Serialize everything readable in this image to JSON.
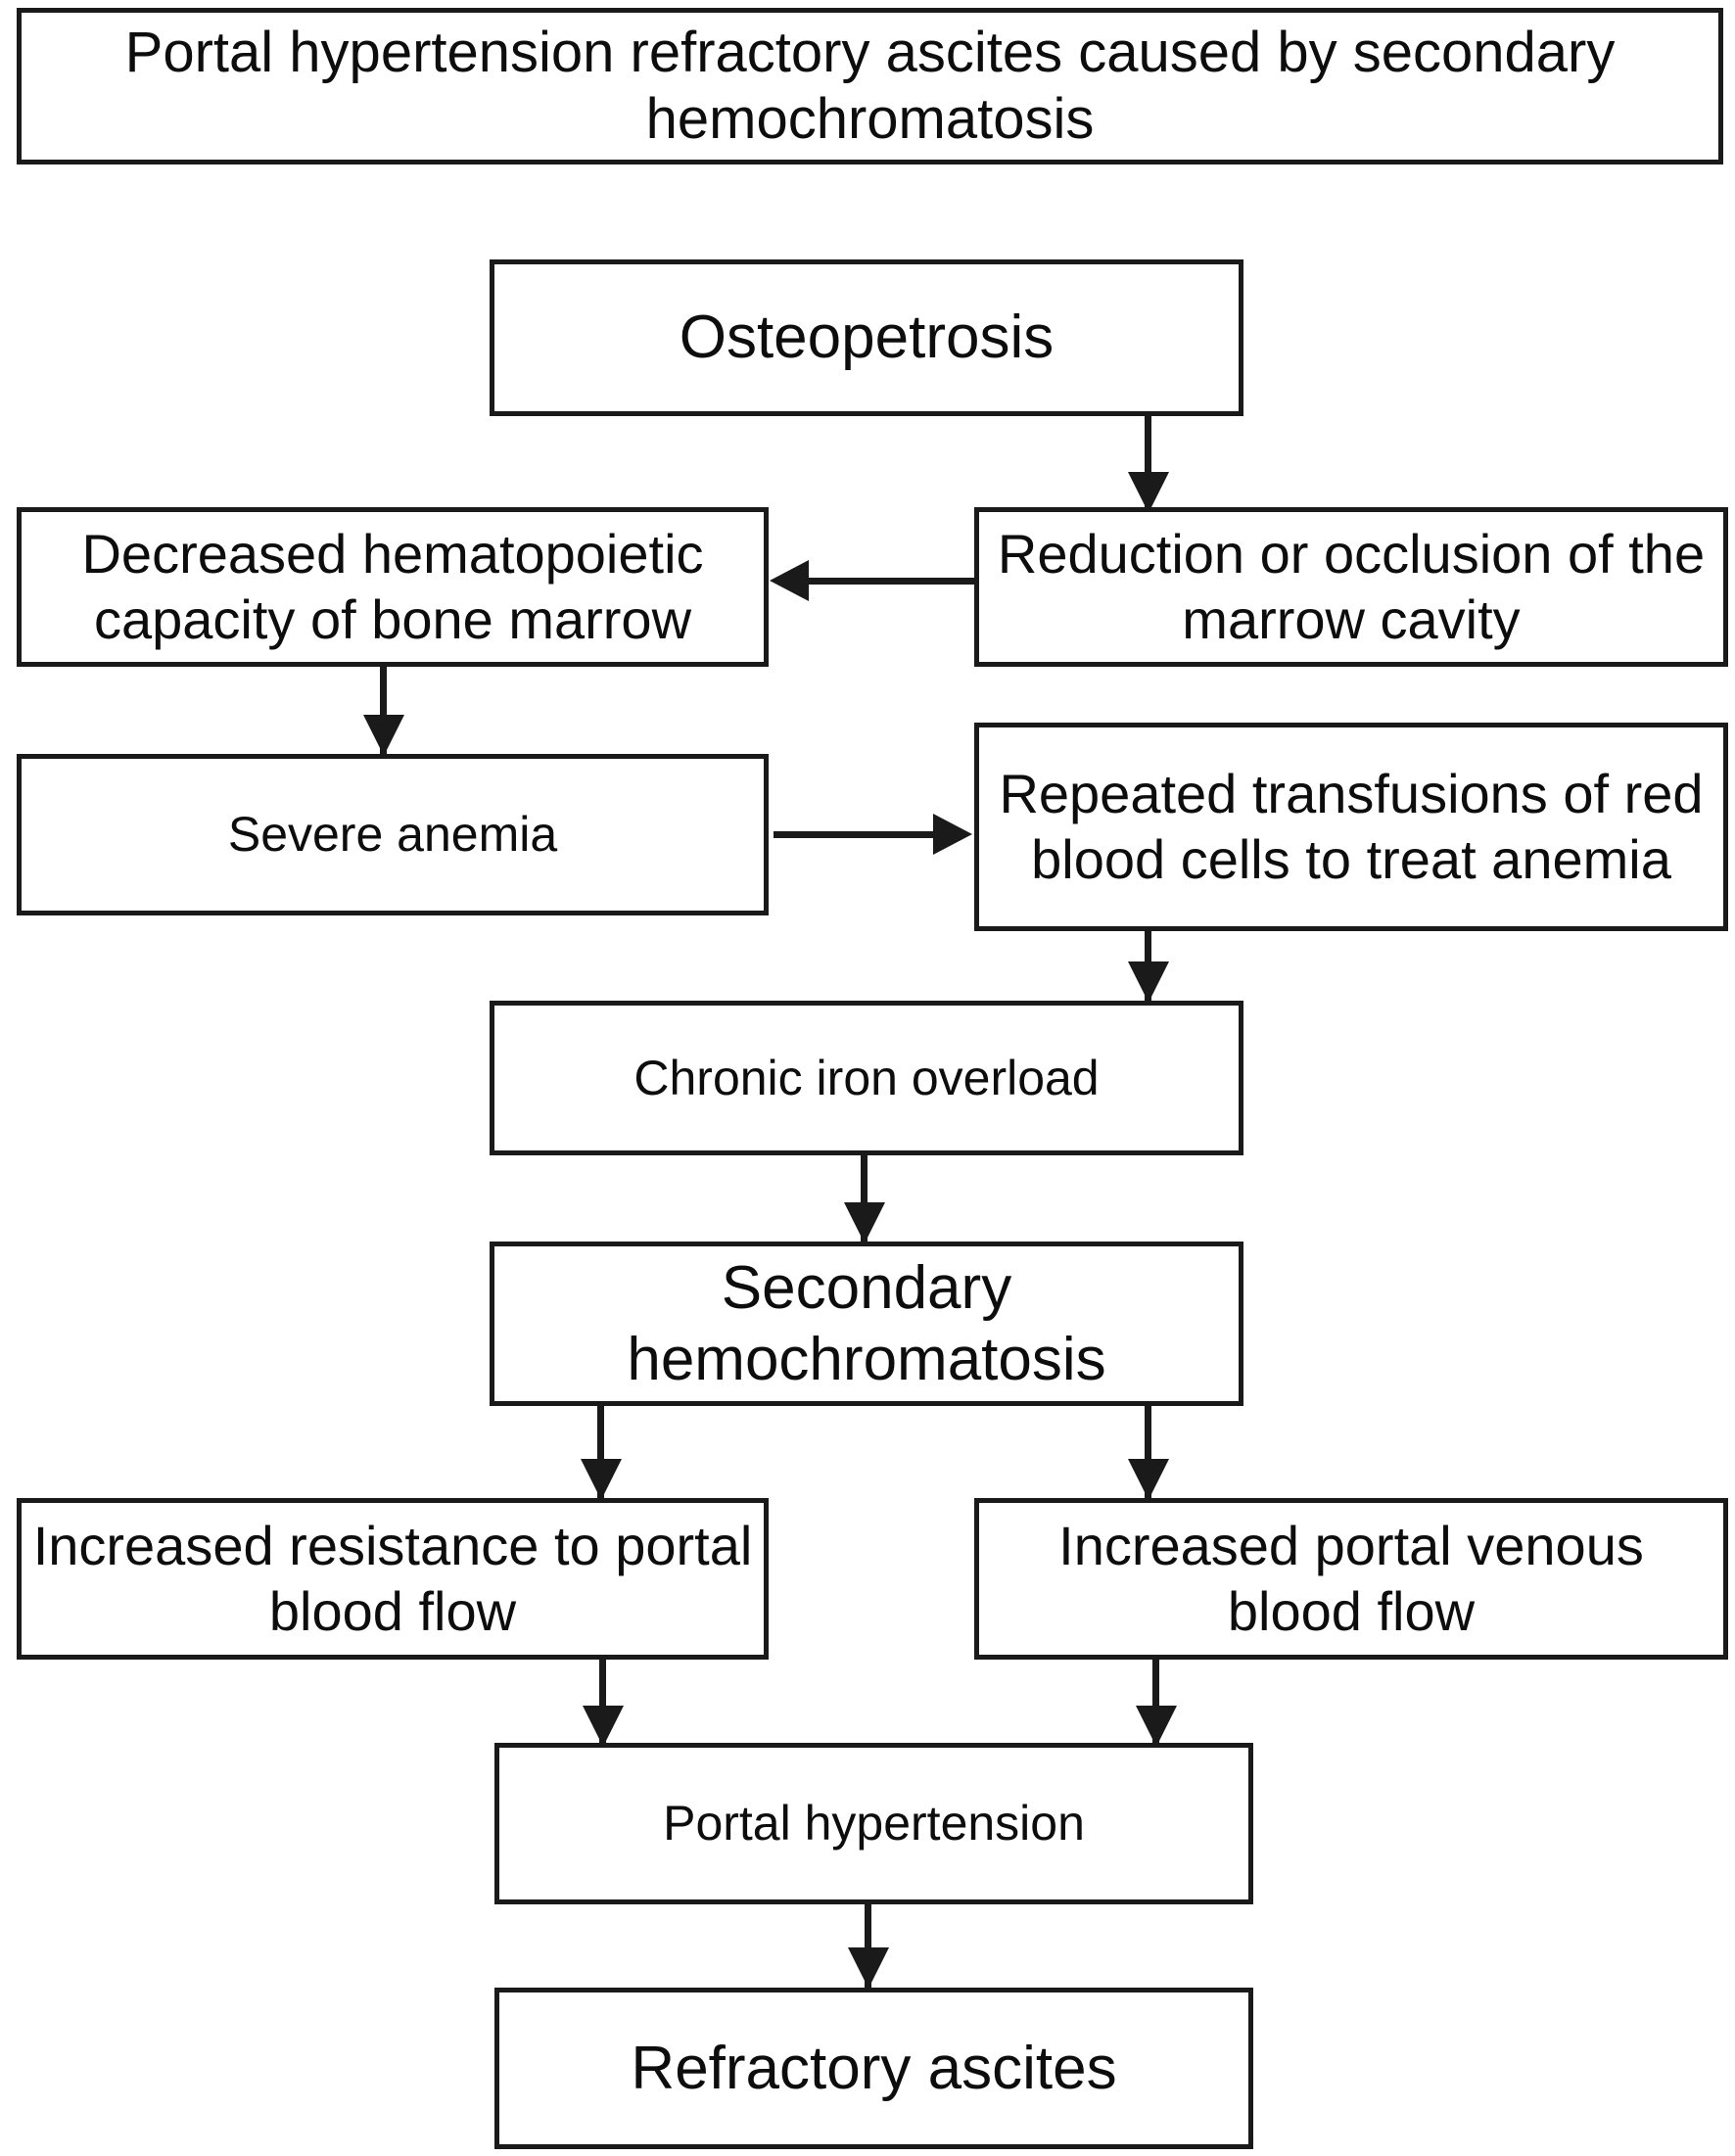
{
  "figure": {
    "type": "flowchart",
    "title": "Portal hypertension refractory ascites caused by secondary hemochromatosis",
    "orientation": "top-to-bottom"
  },
  "nodes": {
    "title_box": "Portal hypertension refractory ascites caused by secondary hemochromatosis",
    "osteopetrosis": "Osteopetrosis",
    "reduction_occlusion": "Reduction or occlusion of the marrow cavity",
    "decreased_hematopoietic": "Decreased hematopoietic capacity of bone marrow",
    "severe_anemia": "Severe anemia",
    "repeated_transfusions": "Repeated transfusions of red blood cells to treat anemia",
    "chronic_iron_overload": "Chronic iron overload",
    "secondary_hemochromatosis": "Secondary hemochromatosis",
    "increased_resistance": "Increased resistance to portal blood flow",
    "increased_portal_venous": "Increased portal venous blood flow",
    "portal_hypertension": "Portal hypertension",
    "refractory_ascites": "Refractory ascites"
  },
  "edges": [
    {
      "from": "osteopetrosis",
      "to": "reduction_occlusion",
      "direction": "down"
    },
    {
      "from": "reduction_occlusion",
      "to": "decreased_hematopoietic",
      "direction": "left"
    },
    {
      "from": "decreased_hematopoietic",
      "to": "severe_anemia",
      "direction": "down"
    },
    {
      "from": "severe_anemia",
      "to": "repeated_transfusions",
      "direction": "right"
    },
    {
      "from": "repeated_transfusions",
      "to": "chronic_iron_overload",
      "direction": "down"
    },
    {
      "from": "chronic_iron_overload",
      "to": "secondary_hemochromatosis",
      "direction": "down"
    },
    {
      "from": "secondary_hemochromatosis",
      "to": "increased_resistance",
      "direction": "down"
    },
    {
      "from": "secondary_hemochromatosis",
      "to": "increased_portal_venous",
      "direction": "down"
    },
    {
      "from": "increased_resistance",
      "to": "portal_hypertension",
      "direction": "down"
    },
    {
      "from": "increased_portal_venous",
      "to": "portal_hypertension",
      "direction": "down"
    },
    {
      "from": "portal_hypertension",
      "to": "refractory_ascites",
      "direction": "down"
    }
  ],
  "colors": {
    "stroke": "#1a1a1a",
    "text": "#0d0d0d",
    "background": "#ffffff"
  }
}
